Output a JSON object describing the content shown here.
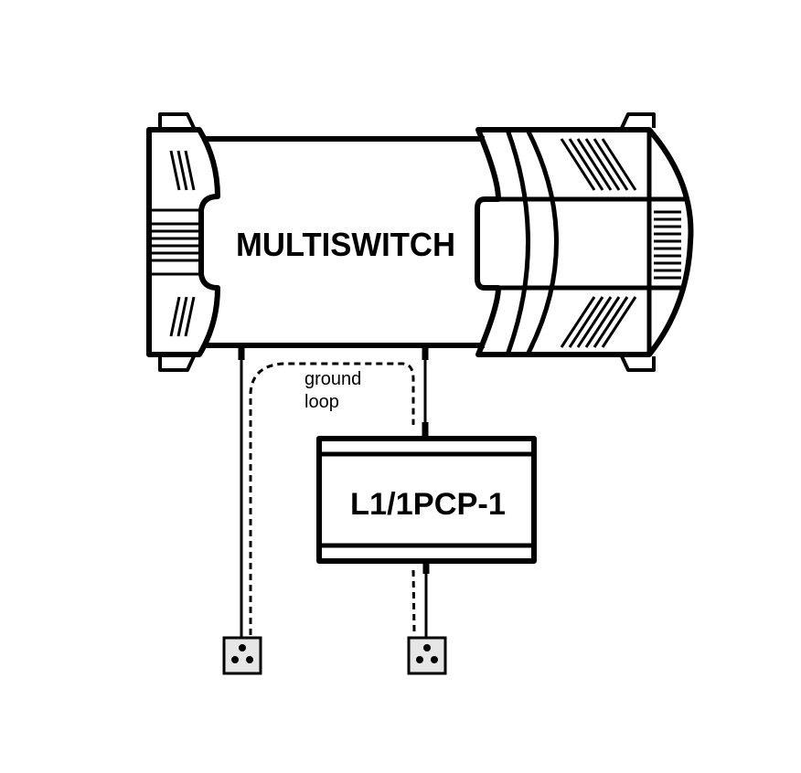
{
  "multiswitch": {
    "label": "MULTISWITCH"
  },
  "amplifier": {
    "label": "L1/1PCP-1"
  },
  "annotation": {
    "line1": "ground",
    "line2": "loop"
  },
  "colors": {
    "stroke": "#000000",
    "socket_fill": "#e6e6e6",
    "background": "#ffffff"
  }
}
